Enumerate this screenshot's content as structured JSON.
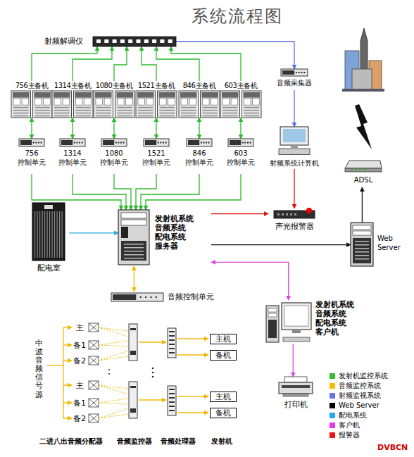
{
  "diagram": {
    "title": "系统流程图",
    "nodes": [
      {
        "text": [
          "射频解调仪"
        ]
      },
      {
        "text": [
          "756主备机"
        ]
      },
      {
        "text": [
          "1314主备机"
        ]
      },
      {
        "text": [
          "1080主备机"
        ]
      },
      {
        "text": [
          "1521主备机"
        ]
      },
      {
        "text": [
          "846主备机"
        ]
      },
      {
        "text": [
          "603主备机"
        ]
      },
      {
        "text": [
          "756 控制单元"
        ]
      },
      {
        "text": [
          "1314 控制单元"
        ]
      },
      {
        "text": [
          "1080 控制单元"
        ]
      },
      {
        "text": [
          "1521 控制单元"
        ]
      },
      {
        "text": [
          "846 控制单元"
        ]
      },
      {
        "text": [
          "603 控制单元"
        ]
      },
      {
        "text": [
          "发射机系统 音频系统 配电系统 服务器"
        ]
      },
      {
        "text": [
          "配电室"
        ]
      },
      {
        "text": [
          "音频采集器"
        ]
      },
      {
        "text": [
          "射频系统计算机"
        ]
      },
      {
        "text": [
          "声光报警器"
        ]
      },
      {
        "text": [
          "ADSL"
        ]
      },
      {
        "text": [
          "Web Server"
        ]
      },
      {
        "text": [
          "音频控制单元"
        ]
      },
      {
        "text": [
          "发射机系统 音频系统 配电系统 客户机"
        ]
      },
      {
        "text": [
          "打印机"
        ]
      },
      {
        "text": [
          "中波音频信号源"
        ]
      },
      {
        "text": [
          "主机"
        ]
      },
      {
        "text": [
          "备机"
        ]
      },
      {
        "text": [
          "主机"
        ]
      },
      {
        "text": [
          "备机"
        ]
      }
    ],
    "edges": [
      {
        "from": 1,
        "to": 0,
        "arrow": "to"
      },
      {
        "from": 2,
        "to": 0,
        "arrow": "to"
      },
      {
        "from": 3,
        "to": 0,
        "arrow": "to"
      },
      {
        "from": 4,
        "to": 0,
        "arrow": "to"
      },
      {
        "from": 5,
        "to": 0,
        "arrow": "to"
      },
      {
        "from": 6,
        "to": 0,
        "arrow": "to"
      },
      {
        "from": 1,
        "to": 7,
        "arrow": "both"
      },
      {
        "from": 2,
        "to": 8,
        "arrow": "both"
      },
      {
        "from": 3,
        "to": 9,
        "arrow": "both"
      },
      {
        "from": 4,
        "to": 10,
        "arrow": "both"
      },
      {
        "from": 5,
        "to": 11,
        "arrow": "both"
      },
      {
        "from": 6,
        "to": 12,
        "arrow": "both"
      },
      {
        "from": 7,
        "to": 13,
        "arrow": "to"
      },
      {
        "from": 8,
        "to": 13,
        "arrow": "to"
      },
      {
        "from": 9,
        "to": 13,
        "arrow": "to"
      },
      {
        "from": 10,
        "to": 13,
        "arrow": "to"
      },
      {
        "from": 11,
        "to": 13,
        "arrow": "to"
      },
      {
        "from": 12,
        "to": 13,
        "arrow": "to"
      },
      {
        "from": 14,
        "to": 13,
        "arrow": "to"
      },
      {
        "from": 0,
        "to": 15,
        "arrow": "to"
      },
      {
        "from": 15,
        "to": 16,
        "arrow": "to"
      },
      {
        "from": 16,
        "to": 17,
        "arrow": "to"
      },
      {
        "from": 13,
        "to": 17,
        "arrow": "to"
      },
      {
        "from": 13,
        "to": 19,
        "arrow": "to"
      },
      {
        "from": 19,
        "to": 18,
        "arrow": "to"
      },
      {
        "from": 13,
        "to": 20,
        "arrow": "both"
      },
      {
        "from": 13,
        "to": 21,
        "arrow": "both"
      },
      {
        "from": 21,
        "to": 22,
        "arrow": "to"
      }
    ],
    "labels": [
      "主",
      "备1",
      "备2",
      "主",
      "备1",
      "备2",
      "二进八出音频分配器",
      "音频监控器",
      "音频处理器",
      "发射机",
      "DVBCN"
    ],
    "legend": [
      {
        "text": "发射机监控系统",
        "color": "#33bb33"
      },
      {
        "text": "音频监控系统",
        "color": "#f0c000"
      },
      {
        "text": "射频监视系统",
        "color": "#6673e6"
      },
      {
        "text": "Web Server",
        "color": "#000000"
      },
      {
        "text": "配电系统",
        "color": "#22aaee"
      },
      {
        "text": "客户机",
        "color": "#ee33ee"
      },
      {
        "text": "报警器",
        "color": "#ee1111"
      }
    ]
  }
}
